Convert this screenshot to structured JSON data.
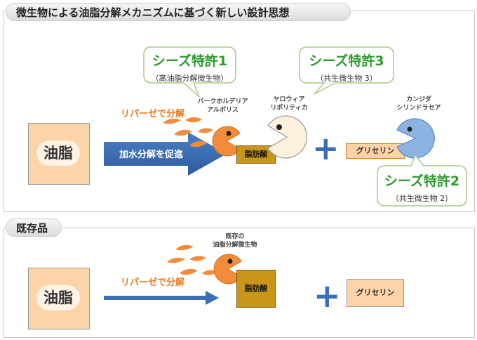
{
  "header": {
    "title": "微生物による油脂分解メカニズムに基づく新しい設計思想"
  },
  "new_design": {
    "oil_label": "油脂",
    "process_arrow_label": "加水分解を促進",
    "lipase_label": "リパーゼで分解",
    "fatty_acid_label": "脂肪酸",
    "glycerin_label": "グリセリン",
    "plus": "+",
    "microbes": [
      {
        "name_line1": "バークホルデリア",
        "name_line2": "アルボリス"
      },
      {
        "name_line1": "ヤロウィア",
        "name_line2": "リポリティカ"
      },
      {
        "name_line1": "カンジダ",
        "name_line2": "シリンドラセア"
      }
    ],
    "patents": [
      {
        "title": "シーズ特許1",
        "subtitle": "（高油脂分解微生物）"
      },
      {
        "title": "シーズ特許3",
        "subtitle": "（共生微生物 3）"
      },
      {
        "title": "シーズ特許2",
        "subtitle": "（共生微生物 2）"
      }
    ],
    "colors": {
      "pacman_orange": "#f28c3a",
      "pacman_cream": "#fdf0dc",
      "pacman_blue": "#8db3e2",
      "patent_green": "#2e9a2e",
      "arrow_blue": "#3a6eb5"
    }
  },
  "existing": {
    "tab_label": "既存品",
    "oil_label": "油脂",
    "lipase_label": "リパーゼで分解",
    "microbe_line1": "既存の",
    "microbe_line2": "油脂分解微生物",
    "fatty_acid_label": "脂肪酸",
    "glycerin_label": "グリセリン",
    "plus": "+"
  }
}
